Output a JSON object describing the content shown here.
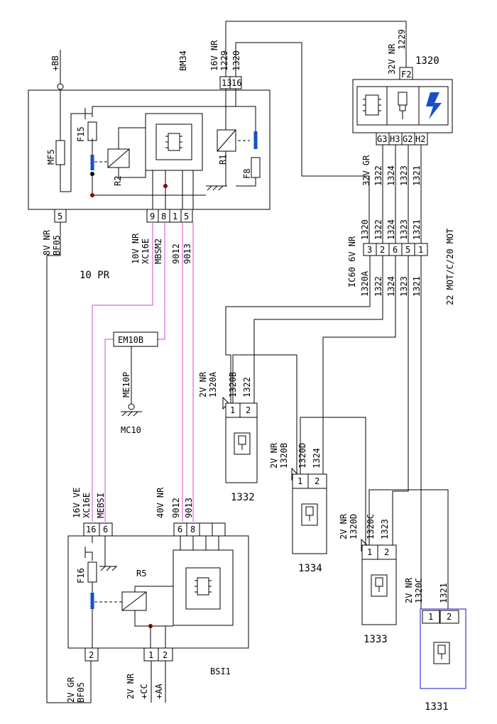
{
  "colors": {
    "wire": "#000000",
    "signal_wire": "#e066e0",
    "switch_blue": "#1a4fc4",
    "injector_frame_blue": "#3b3bd8"
  },
  "supplies": {
    "plus_bb": "+BB",
    "plus_cc": "+CC",
    "plus_aa": "+AA"
  },
  "bm34": {
    "name": "BM34",
    "fuse_mf5": "MF5",
    "fuse_f15": "F15",
    "fuse_f8": "F8",
    "relay_r1": "R1",
    "relay_r2": "R2",
    "top_connector": {
      "wire_label": "16V NR",
      "pins": [
        "13",
        "16"
      ],
      "wires": [
        "1229",
        "1320"
      ]
    },
    "left_connector": {
      "pin": "5",
      "wire_label": "8V NR",
      "ground": "BF05"
    },
    "bottom_connector": {
      "wire_label": "10V NR",
      "code": "XC16E",
      "pins": [
        "9",
        "8",
        "1",
        "5"
      ],
      "wires": [
        "MBSM2",
        "9012",
        "9013"
      ]
    },
    "pr_label": "10 PR"
  },
  "ecu_1320": {
    "name": "1320",
    "power_connector": {
      "pin": "F2",
      "wire_label": "32V NR",
      "wire": "1229"
    },
    "icons": [
      "ecu-chip-icon",
      "injector-icon",
      "lightning-icon"
    ],
    "signal_connector": {
      "wire_label": "32V GR",
      "pins": [
        "G3",
        "H3",
        "G2",
        "H2"
      ],
      "wires": [
        "1322",
        "1324",
        "1323",
        "1321"
      ]
    }
  },
  "ic60": {
    "label": "IC60 6V NR",
    "pins": [
      "3",
      "2",
      "6",
      "5",
      "1"
    ],
    "top_wires": [
      "1320",
      "1322",
      "1324",
      "1323",
      "1321"
    ],
    "bottom_wires": [
      "1320A",
      "1322",
      "1324",
      "1323",
      "1321"
    ],
    "side_label": "22 MOT/C/20 MOT"
  },
  "em10b": {
    "name": "EM10B",
    "ground_wire": "ME10P",
    "ground": "MC10"
  },
  "bsi1": {
    "name": "BSI1",
    "fuse_f16": "F16",
    "relay_r5": "R5",
    "left_connector": {
      "wire_label": "16V VE",
      "code": "XC16E",
      "pins": [
        "16",
        "6"
      ],
      "wire": "MEBSI"
    },
    "mid_connector": {
      "wire_label": "40V NR",
      "pins": [
        "6",
        "8",
        "",
        ""
      ],
      "wires": [
        "9012",
        "9013"
      ]
    },
    "bottom_left_connector": {
      "pin": "2",
      "wire_label": "2V GR",
      "ground": "BF05"
    },
    "bottom_right_connector": {
      "pins": [
        "1",
        "2"
      ],
      "wire_label": "2V NR"
    }
  },
  "injectors": [
    {
      "name": "1332",
      "wire_label": "2V NR",
      "pins": [
        "1",
        "2"
      ],
      "wires": [
        "1320A",
        "1320B",
        "1322"
      ]
    },
    {
      "name": "1334",
      "wire_label": "2V NR",
      "pins": [
        "1",
        "2"
      ],
      "wires": [
        "1320B",
        "1320D",
        "1324"
      ]
    },
    {
      "name": "1333",
      "wire_label": "2V NR",
      "pins": [
        "1",
        "2"
      ],
      "wires": [
        "1320D",
        "1320C",
        "1323"
      ]
    },
    {
      "name": "1331",
      "wire_label": "2V NR",
      "pins": [
        "1",
        "2"
      ],
      "wires": [
        "1320C",
        "1321"
      ]
    }
  ]
}
